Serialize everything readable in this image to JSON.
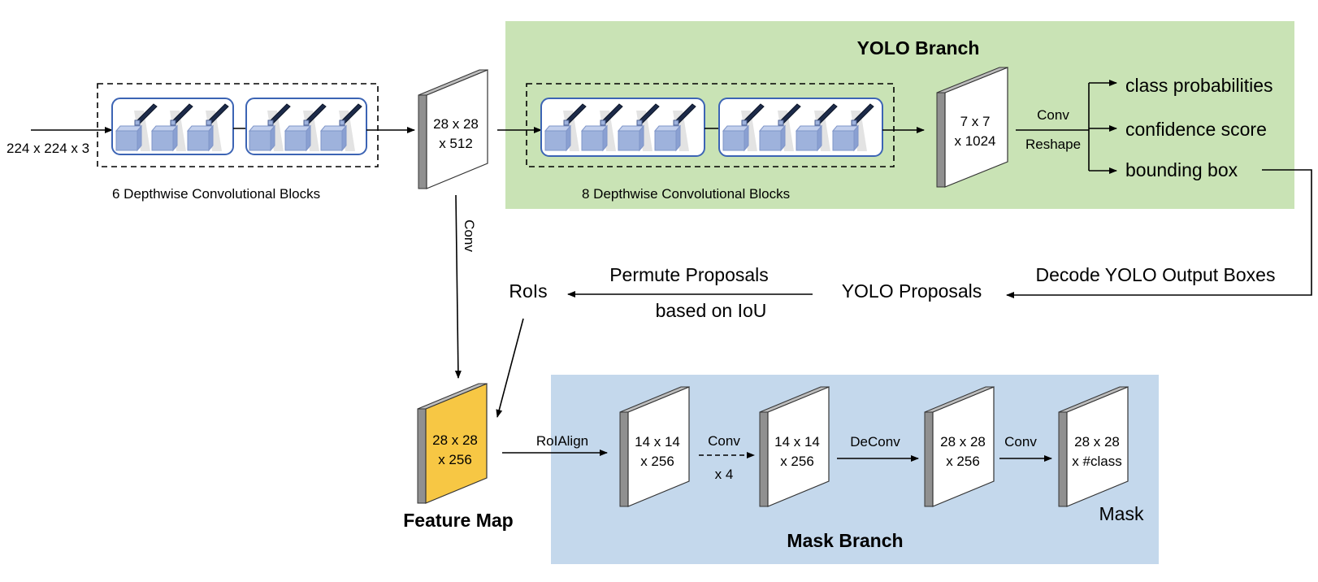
{
  "input": {
    "label": "224 x 224 x 3"
  },
  "backbone": {
    "blocks_caption": "6 Depthwise Convolutional Blocks",
    "output_dims": [
      "28 x 28",
      "x 512"
    ]
  },
  "yolo_branch": {
    "title": "YOLO Branch",
    "blocks_caption": "8 Depthwise Convolutional Blocks",
    "output_dims": [
      "7 x 7",
      "x 1024"
    ],
    "conv_label": "Conv",
    "reshape_label": "Reshape",
    "outputs": [
      "class probabilities",
      "confidence score",
      "bounding box"
    ],
    "color": "#c9e3b5"
  },
  "proposals": {
    "decode_label": "Decode YOLO Output Boxes",
    "yolo_proposals": "YOLO Proposals",
    "permute_label_1": "Permute Proposals",
    "permute_label_2": "based on IoU",
    "rois": "RoIs"
  },
  "backbone_conv_label": "Conv",
  "feature_map": {
    "title": "Feature Map",
    "dims": [
      "28 x 28",
      "x 256"
    ],
    "color": "#f7c744"
  },
  "roialign_label": "RoIAlign",
  "mask_branch": {
    "title": "Mask Branch",
    "color": "#c4d8ec",
    "layers": [
      {
        "dims": [
          "14 x 14",
          "x 256"
        ]
      },
      {
        "dims": [
          "14 x 14",
          "x 256"
        ]
      },
      {
        "dims": [
          "28 x 28",
          "x 256"
        ]
      },
      {
        "dims": [
          "28 x 28",
          "x #class"
        ]
      }
    ],
    "ops": [
      {
        "top": "Conv",
        "bottom": "x 4"
      },
      {
        "top": "DeConv"
      },
      {
        "top": "Conv"
      }
    ],
    "mask_label": "Mask"
  }
}
